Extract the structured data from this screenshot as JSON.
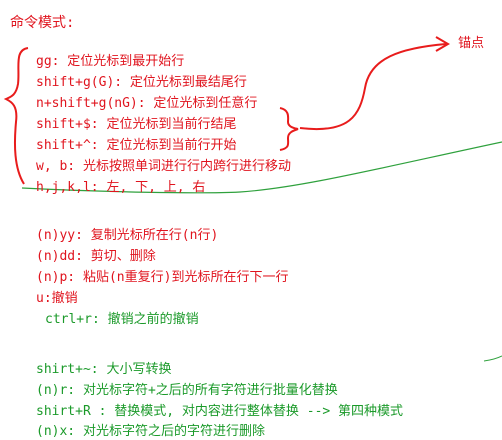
{
  "colors": {
    "red": "#e0141e",
    "green": "#1b9a2a",
    "annotation_red": "#e81c1c",
    "annotation_green": "#2fa13d"
  },
  "title": "命令模式:",
  "anchor_label": "锚点",
  "cursor_commands": [
    "gg: 定位光标到最开始行",
    "shift+g(G): 定位光标到最结尾行",
    "n+shift+g(nG): 定位光标到任意行",
    "shift+$: 定位光标到当前行结尾",
    "shift+^: 定位光标到当前行开始",
    "w, b: 光标按照单词进行行内跨行进行移动",
    "h,j,k,l: 左, 下, 上, 右"
  ],
  "edit_commands": [
    "(n)yy: 复制光标所在行(n行)",
    "(n)dd: 剪切、删除",
    "(n)p: 粘贴(n重复行)到光标所在行下一行",
    "u:撤销",
    "ctrl+r: 撤销之前的撤销"
  ],
  "replace_commands": [
    "shirt+~:  大小写转换",
    "(n)r: 对光标字符+之后的所有字符进行批量化替换",
    "shirt+R :  替换模式, 对内容进行整体替换 --> 第四种模式",
    "(n)x: 对光标字符之后的字符进行删除"
  ]
}
